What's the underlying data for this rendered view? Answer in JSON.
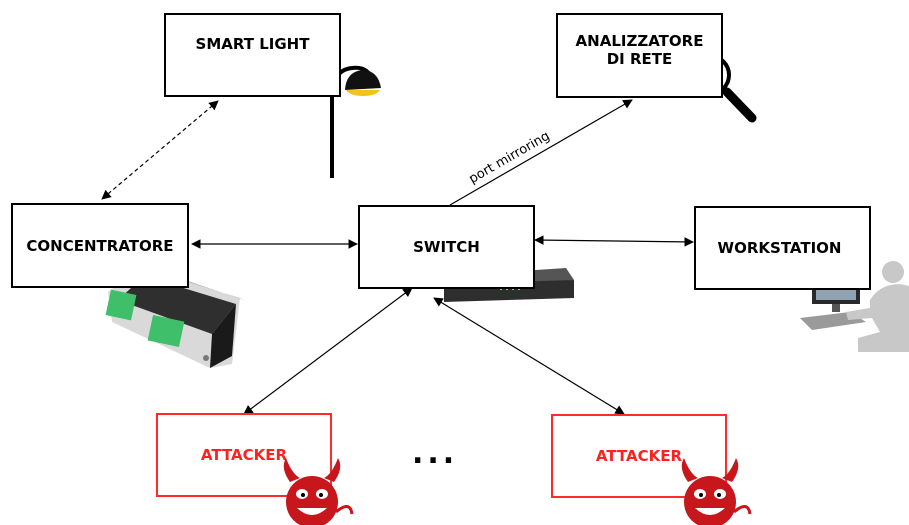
{
  "nodes": {
    "smart_light": "SMART LIGHT",
    "analyzer_line1": "ANALIZZATORE",
    "analyzer_line2": "DI RETE",
    "concentrator": "CONCENTRATORE",
    "switch": "SWITCH",
    "workstation": "WORKSTATION",
    "attacker_left": "ATTACKER",
    "attacker_right": "ATTACKER"
  },
  "edges": {
    "port_mirroring": "port mirroring"
  },
  "ellipsis": "...",
  "colors": {
    "attacker": "#ff2020",
    "border": "#000000"
  },
  "icons": [
    "street-lamp-icon",
    "magnifier-icon",
    "concentrator-device-image",
    "network-switch-image",
    "workstation-user-icon",
    "devil-icon"
  ]
}
